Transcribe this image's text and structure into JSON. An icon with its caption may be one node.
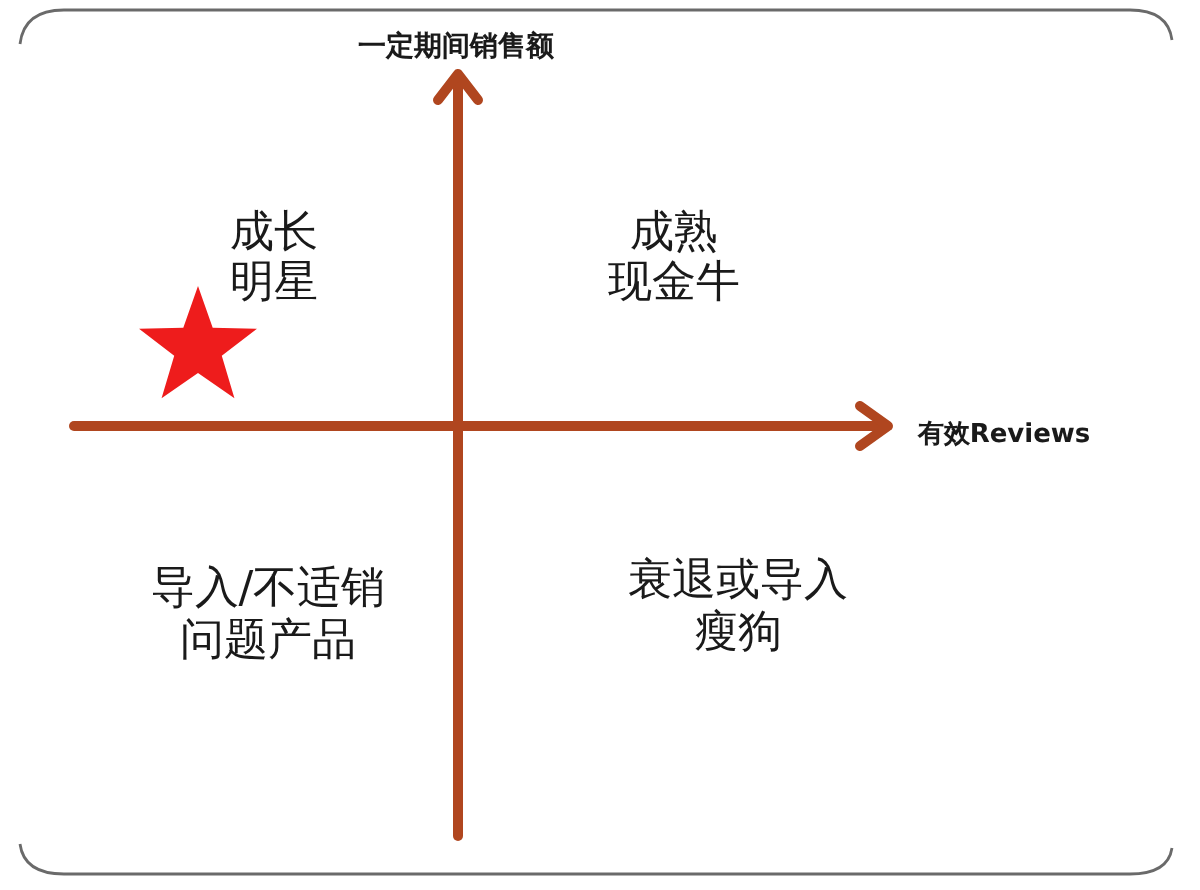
{
  "diagram": {
    "labels": [
      "一定期间销售额",
      "成长",
      "明星",
      "成熟",
      "现金牛",
      "有效Reviews",
      "导入/不适销",
      "问题产品",
      "衰退或导入",
      "瘦狗"
    ]
  }
}
